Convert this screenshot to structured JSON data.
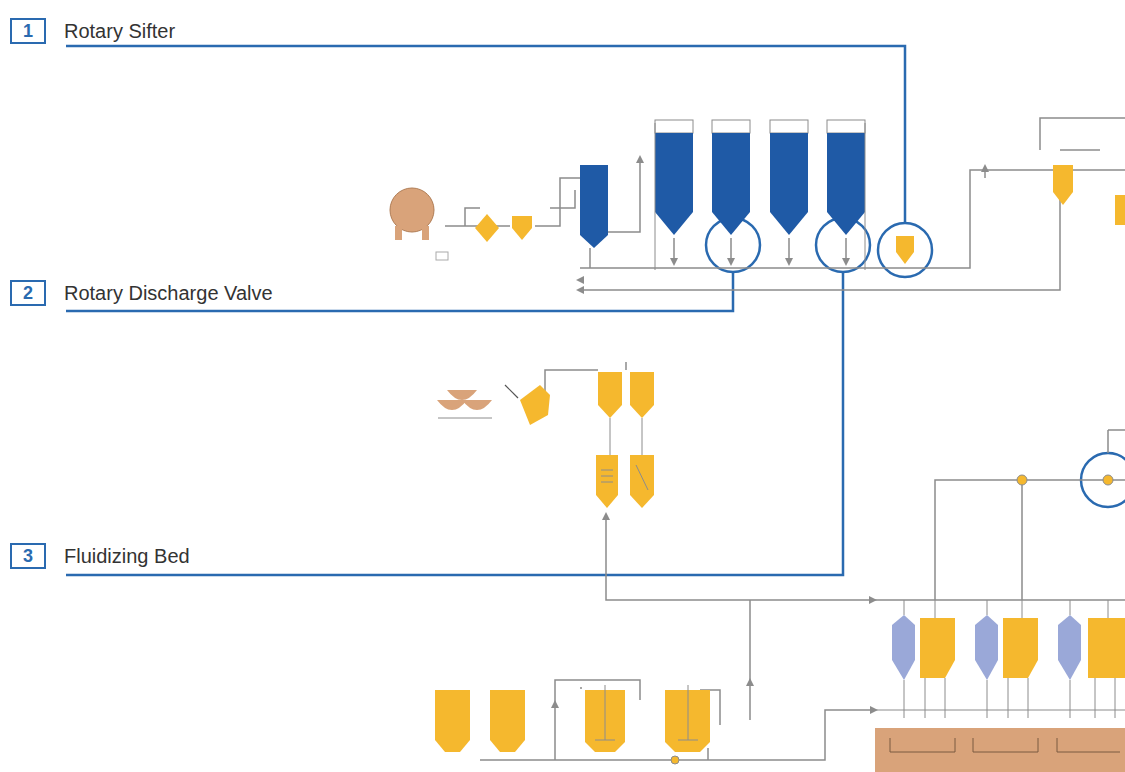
{
  "diagram": {
    "nodes": [
      {
        "text": [
          "1",
          "Rotary Sifter"
        ]
      },
      {
        "text": [
          "2",
          "Rotary Discharge Valve"
        ]
      },
      {
        "text": [
          "3",
          "Fluidizing Bed"
        ]
      }
    ]
  }
}
